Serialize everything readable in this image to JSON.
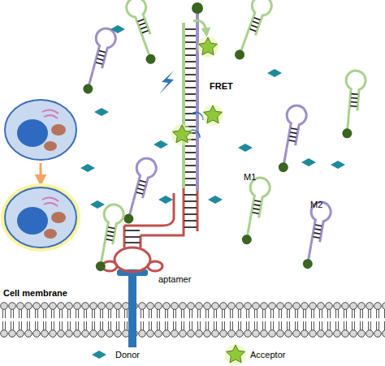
{
  "diagram": {
    "labels": [
      "FRET",
      "M1",
      "M2",
      "aptamer",
      "Cell membrane"
    ],
    "legend": [
      {
        "text": "Donor"
      },
      {
        "text": "Acceptor"
      }
    ]
  }
}
